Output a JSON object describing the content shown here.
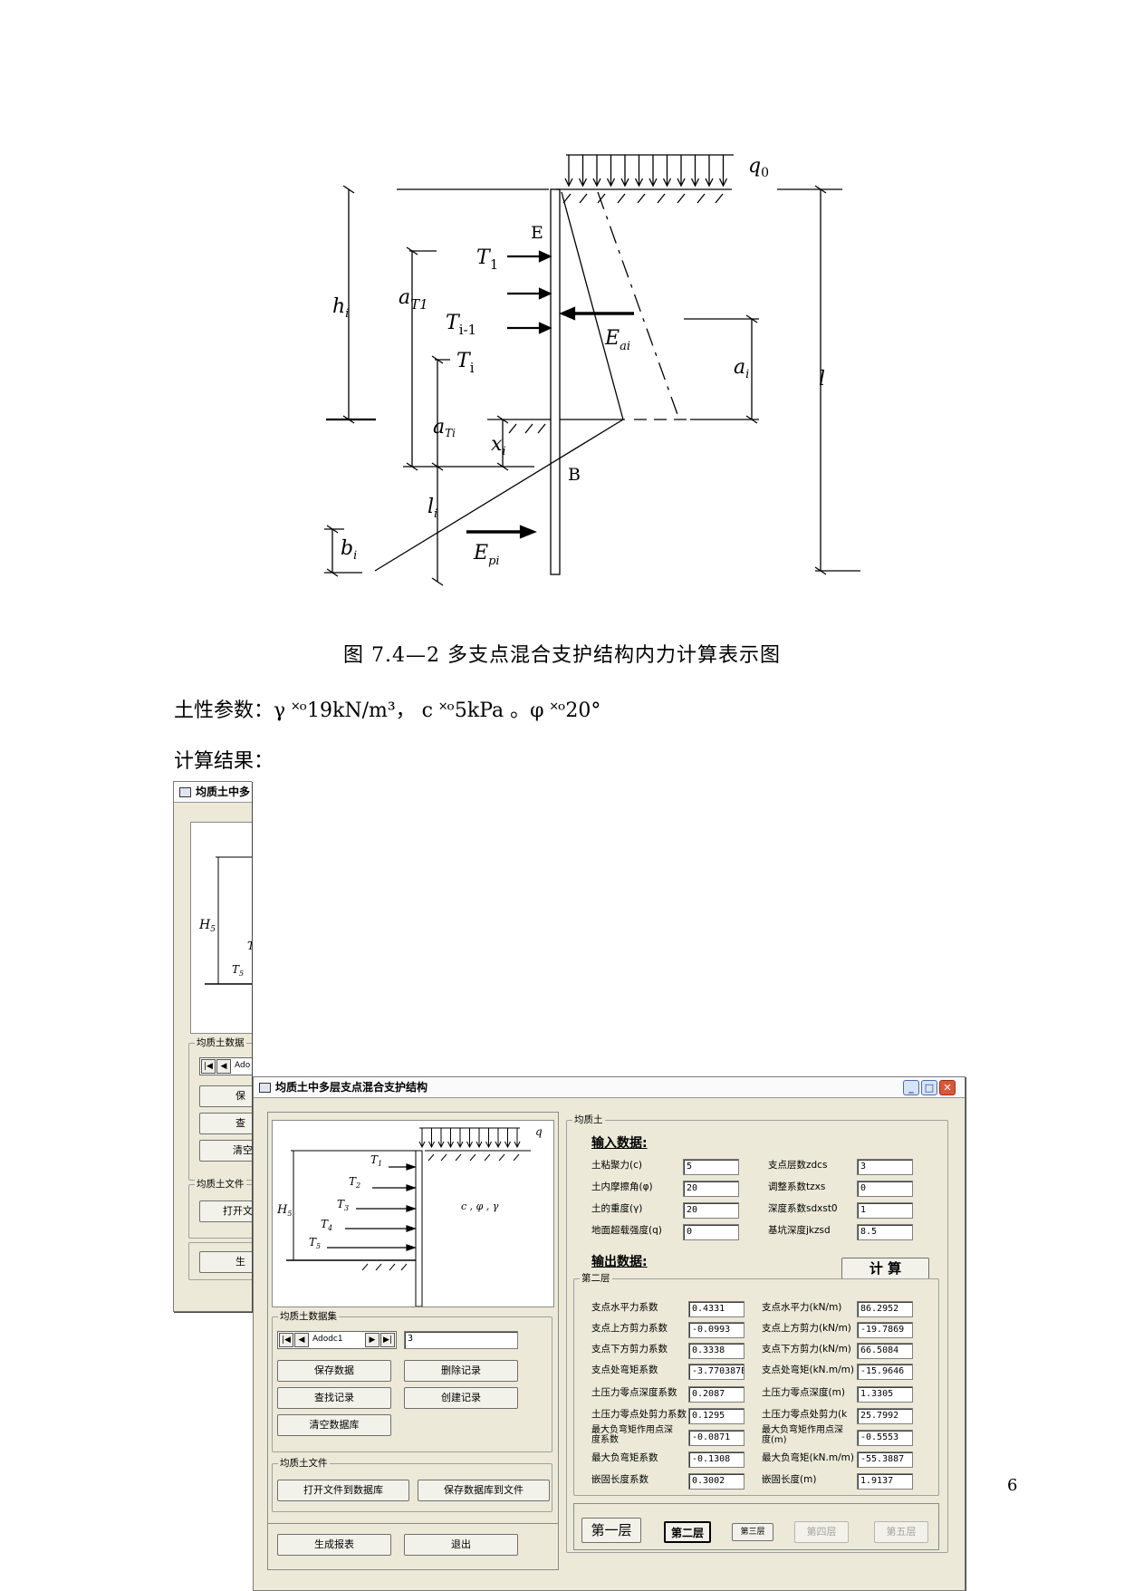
{
  "figure": {
    "labels": {
      "q0": "q",
      "q0_sub": "0",
      "E": "E",
      "B": "B",
      "hi": "h",
      "hi_sub": "i",
      "aT1": "a",
      "aT1_sub": "T1",
      "T1": "T",
      "T1_sub": "1",
      "Ti1": "T",
      "Ti1_sub": "i-1",
      "Ti": "T",
      "Ti_sub": "i",
      "Eai": "E",
      "Eai_sub": "ai",
      "ai": "a",
      "ai_sub": "i",
      "l": "l",
      "aTi": "a",
      "aTi_sub": "Ti",
      "xi": "x",
      "xi_sub": "i",
      "li": "l",
      "li_sub": "i",
      "bi": "b",
      "bi_sub": "i",
      "Epi": "E",
      "Epi_sub": "pi"
    },
    "caption": "图 7.4—2  多支点混合支护结构内力计算表示图"
  },
  "text": {
    "soil_params": "土性参数：γ ˟ᵒ19kN/m³， c ˟ᵒ5kPa 。φ ˟ᵒ20°",
    "result_label": "计算结果：",
    "page_number": "6"
  },
  "back_window": {
    "title": "均质土中多",
    "h5": "H",
    "h5_sub": "5",
    "t_partial": "T",
    "t5": "T",
    "t5_sub": "5",
    "dataset_frame": "均质土数据",
    "nav_caption": "Ado",
    "btn_save": "保",
    "btn_find": "查",
    "btn_clear": "清空",
    "file_frame": "均质土文件",
    "btn_open": "打开文",
    "btn_gen": "生"
  },
  "window": {
    "title": "均质土中多层支点混合支护结构",
    "controls": {
      "minimize": "_",
      "maximize": "□",
      "close": "✕"
    },
    "diagram": {
      "q": "q",
      "h5": "H",
      "h5_sub": "5",
      "soil": "c , φ , γ",
      "anchors": [
        {
          "main": "T",
          "sub": "1"
        },
        {
          "main": "T",
          "sub": "2"
        },
        {
          "main": "T",
          "sub": "3"
        },
        {
          "main": "T",
          "sub": "4"
        },
        {
          "main": "T",
          "sub": "5"
        }
      ]
    },
    "dataset": {
      "frame_label": "均质土数据集",
      "nav_caption": "Adodc1",
      "record_value": "3",
      "buttons": {
        "save": "保存数据",
        "delete": "删除记录",
        "find": "查找记录",
        "create": "创建记录",
        "clear": "清空数据库"
      }
    },
    "file": {
      "frame_label": "均质土文件",
      "buttons": {
        "open": "打开文件到数据库",
        "save_to_file": "保存数据库到文件"
      }
    },
    "bottom_buttons": {
      "report": "生成报表",
      "exit": "退出"
    },
    "right": {
      "frame_label": "均质土",
      "input_title": "输入数据:",
      "inputs": [
        {
          "label": "土粘聚力(c)",
          "value": "5"
        },
        {
          "label": "支点层数zdcs",
          "value": "3"
        },
        {
          "label": "土内摩擦角(φ)",
          "value": "20"
        },
        {
          "label": "调整系数tzxs",
          "value": "0"
        },
        {
          "label": "土的重度(γ)",
          "value": "20"
        },
        {
          "label": "深度系数sdxst0",
          "value": "1"
        },
        {
          "label": "地面超载强度(q)",
          "value": "0"
        },
        {
          "label": "基坑深度jkzsd",
          "value": "8.5"
        }
      ],
      "output_title": "输出数据:",
      "calc_button": "计  算",
      "layer_frame": "第二层",
      "outputs": [
        {
          "label": "支点水平力系数",
          "value": "0.4331"
        },
        {
          "label": "支点水平力(kN/m)",
          "value": "86.2952"
        },
        {
          "label": "支点上方剪力系数",
          "value": "-0.0993"
        },
        {
          "label": "支点上方剪力(kN/m)",
          "value": "-19.7869"
        },
        {
          "label": "支点下方剪力系数",
          "value": "0.3338"
        },
        {
          "label": "支点下方剪力(kN/m)",
          "value": "66.5084"
        },
        {
          "label": "支点处弯矩系数",
          "value": "-3.770387E-"
        },
        {
          "label": "支点处弯矩(kN.m/m)",
          "value": "-15.9646"
        },
        {
          "label": "土压力零点深度系数",
          "value": "0.2087"
        },
        {
          "label": "土压力零点深度(m)",
          "value": "1.3305"
        },
        {
          "label": "土压力零点处剪力系数",
          "value": "0.1295"
        },
        {
          "label": "土压力零点处剪力(k",
          "value": "25.7992"
        },
        {
          "label": "最大负弯矩作用点深度系数",
          "value": "-0.0871"
        },
        {
          "label": "最大负弯矩作用点深度(m)",
          "value": "-0.5553"
        },
        {
          "label": "最大负弯矩系数",
          "value": "-0.1308"
        },
        {
          "label": "最大负弯矩(kN.m/m)",
          "value": "-55.3887"
        },
        {
          "label": "嵌固长度系数",
          "value": "0.3002"
        },
        {
          "label": "嵌固长度(m)",
          "value": "1.9137"
        }
      ],
      "layer_buttons": [
        "第一层",
        "第二层",
        "第三层",
        "第四层",
        "第五层"
      ]
    }
  }
}
